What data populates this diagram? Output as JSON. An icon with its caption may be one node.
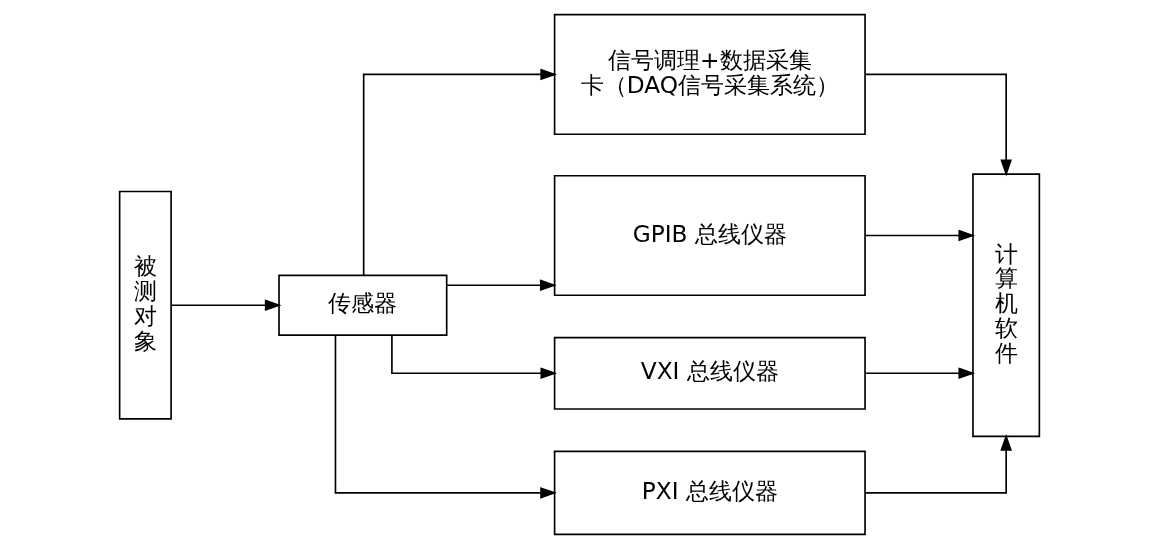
{
  "diagram": {
    "nodes": [
      {
        "text": [
          "被测对象"
        ]
      },
      {
        "text": [
          "传感器"
        ]
      },
      {
        "text": [
          "信号调理+数据采集卡（DAQ信号采集系统）"
        ]
      },
      {
        "text": [
          "GPIB 总线仪器"
        ]
      },
      {
        "text": [
          "VXI 总线仪器"
        ]
      },
      {
        "text": [
          "PXI 总线仪器"
        ]
      },
      {
        "text": [
          "计算机软件"
        ]
      }
    ],
    "edges": [
      {
        "from": 0,
        "to": 1,
        "arrow": "to"
      },
      {
        "from": 1,
        "to": 2,
        "arrow": "to"
      },
      {
        "from": 1,
        "to": 3,
        "arrow": "to"
      },
      {
        "from": 1,
        "to": 4,
        "arrow": "to"
      },
      {
        "from": 1,
        "to": 5,
        "arrow": "to"
      },
      {
        "from": 2,
        "to": 6,
        "arrow": "to"
      },
      {
        "from": 3,
        "to": 6,
        "arrow": "to"
      },
      {
        "from": 4,
        "to": 6,
        "arrow": "to"
      },
      {
        "from": 5,
        "to": 6,
        "arrow": "to"
      }
    ]
  }
}
